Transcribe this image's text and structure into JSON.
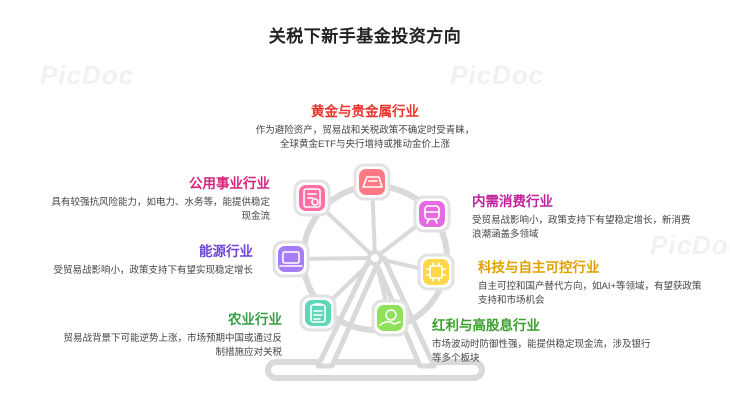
{
  "title": "关税下新手基金投资方向",
  "watermark": "PicDoc",
  "colors": {
    "top": "#e8342c",
    "pink": "#d6247a",
    "purple": "#6e45d6",
    "green_left": "#36a047",
    "magenta": "#c1239a",
    "yellow": "#e0a100",
    "green_right": "#3aa02c",
    "frame": "#d9d9d9"
  },
  "categories": [
    {
      "id": "gold",
      "title": "黄金与贵金属行业",
      "desc": [
        "作为避险资产，贸易战和关税政策不确定时受青睐，",
        "全球黄金ETF与央行增持或推动金价上涨"
      ],
      "icon": "gold-bar-icon",
      "color": "#ff7a85"
    },
    {
      "id": "utility",
      "title": "公用事业行业",
      "desc": [
        "具有较强抗风险能力，如电力、水务等，能提供稳定",
        "现金流"
      ],
      "icon": "document-chart-icon",
      "color": "#ff6fa6"
    },
    {
      "id": "energy",
      "title": "能源行业",
      "desc": [
        "受贸易战影响小，政策支持下有望实现稳定增长"
      ],
      "icon": "laptop-icon",
      "color": "#a77df5"
    },
    {
      "id": "agri",
      "title": "农业行业",
      "desc": [
        "贸易战背景下可能逆势上涨，市场预期中国或通过反",
        "制措施应对关税"
      ],
      "icon": "clipboard-icon",
      "color": "#5fd6b8"
    },
    {
      "id": "consume",
      "title": "内需消费行业",
      "desc": [
        "受贸易战影响小，政策支持下有望稳定增长，新消费",
        "浪潮涵盖多领域"
      ],
      "icon": "train-icon",
      "color": "#e46be0"
    },
    {
      "id": "tech",
      "title": "科技与自主可控行业",
      "desc": [
        "自主可控和国产替代方向，如AI+等领域，有望获政策",
        "支持和市场机会"
      ],
      "icon": "chip-icon",
      "color": "#ffd84a"
    },
    {
      "id": "dividend",
      "title": "红利与高股息行业",
      "desc": [
        "市场波动时防御性强，能提供稳定现金流，涉及银行",
        "等多个板块"
      ],
      "icon": "money-hand-icon",
      "color": "#8fe05a"
    }
  ]
}
